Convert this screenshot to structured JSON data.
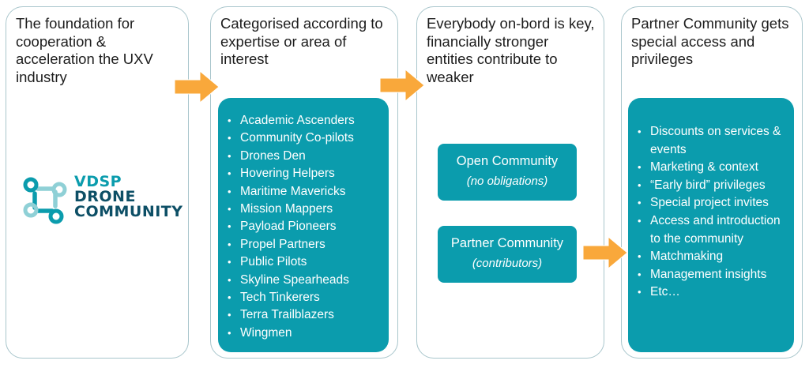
{
  "colors": {
    "teal": "#0b9cad",
    "dark_teal": "#0d4f66",
    "light_teal": "#8fd0d6",
    "arrow_orange": "#f9a83b",
    "panel_border": "#a9c6cc"
  },
  "panels": [
    {
      "heading": "The foundation for cooperation & acceleration the UXV industry",
      "logo": {
        "icon": "drone-community-logo-icon",
        "line1": "VDSP",
        "line2": "DRONE",
        "line3": "COMMUNITY"
      }
    },
    {
      "heading": "Categorised according to expertise or area of interest",
      "items": [
        "Academic Ascenders",
        "Community Co-pilots",
        "Drones Den",
        "Hovering Helpers",
        "Maritime Mavericks",
        "Mission Mappers",
        "Payload Pioneers",
        "Propel Partners",
        "Public Pilots",
        "Skyline Spearheads",
        "Tech Tinkerers",
        "Terra Trailblazers",
        "Wingmen"
      ]
    },
    {
      "heading": "Everybody on-bord is key, financially stronger entities contribute to weaker",
      "tiers": [
        {
          "title": "Open Community",
          "subtitle": "(no obligations)"
        },
        {
          "title": "Partner Community",
          "subtitle": "(contributors)"
        }
      ]
    },
    {
      "heading": "Partner Community gets special access and privileges",
      "items": [
        "Discounts on services & events",
        "Marketing & context",
        "“Early bird” privileges",
        "Special project invites",
        "Access and introduction to the community",
        "Matchmaking",
        "Management insights",
        "Etc…"
      ]
    }
  ],
  "arrows": [
    "arrow-right-icon",
    "arrow-right-icon",
    "arrow-right-icon"
  ]
}
